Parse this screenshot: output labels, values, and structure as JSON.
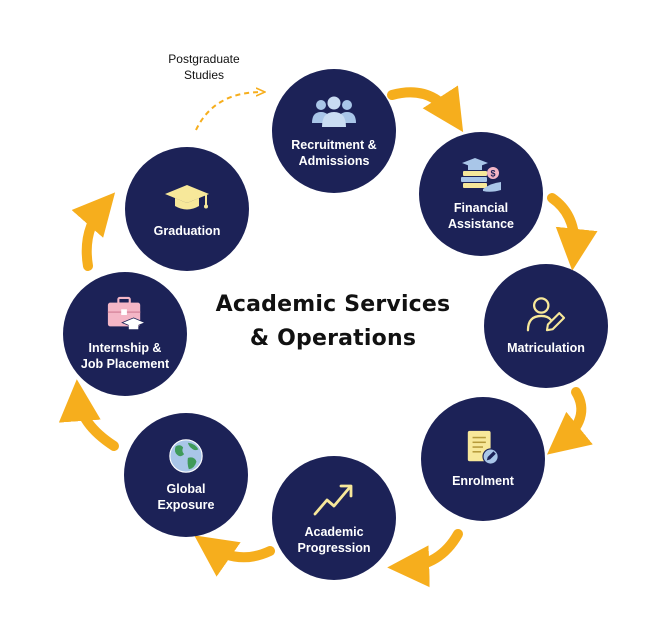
{
  "title": "Academic Services\n& Operations",
  "side_note": "Postgraduate\nStudies",
  "colors": {
    "node_fill": "#1c2257",
    "arrow": "#f6ae1d",
    "icon_yellow": "#f7e89a",
    "icon_pink": "#f4b6c6",
    "icon_blue": "#a9c6e8",
    "icon_green": "#3f9a5a"
  },
  "stages": [
    {
      "label": "Recruitment &\nAdmissions",
      "icon": "people-group-icon"
    },
    {
      "label": "Financial\nAssistance",
      "icon": "money-books-cap-icon"
    },
    {
      "label": "Matriculation",
      "icon": "user-pen-icon"
    },
    {
      "label": "Enrolment",
      "icon": "document-pen-icon"
    },
    {
      "label": "Academic\nProgression",
      "icon": "trend-up-icon"
    },
    {
      "label": "Global\nExposure",
      "icon": "globe-icon"
    },
    {
      "label": "Internship &\nJob Placement",
      "icon": "briefcase-cap-icon"
    },
    {
      "label": "Graduation",
      "icon": "graduation-cap-icon"
    }
  ]
}
